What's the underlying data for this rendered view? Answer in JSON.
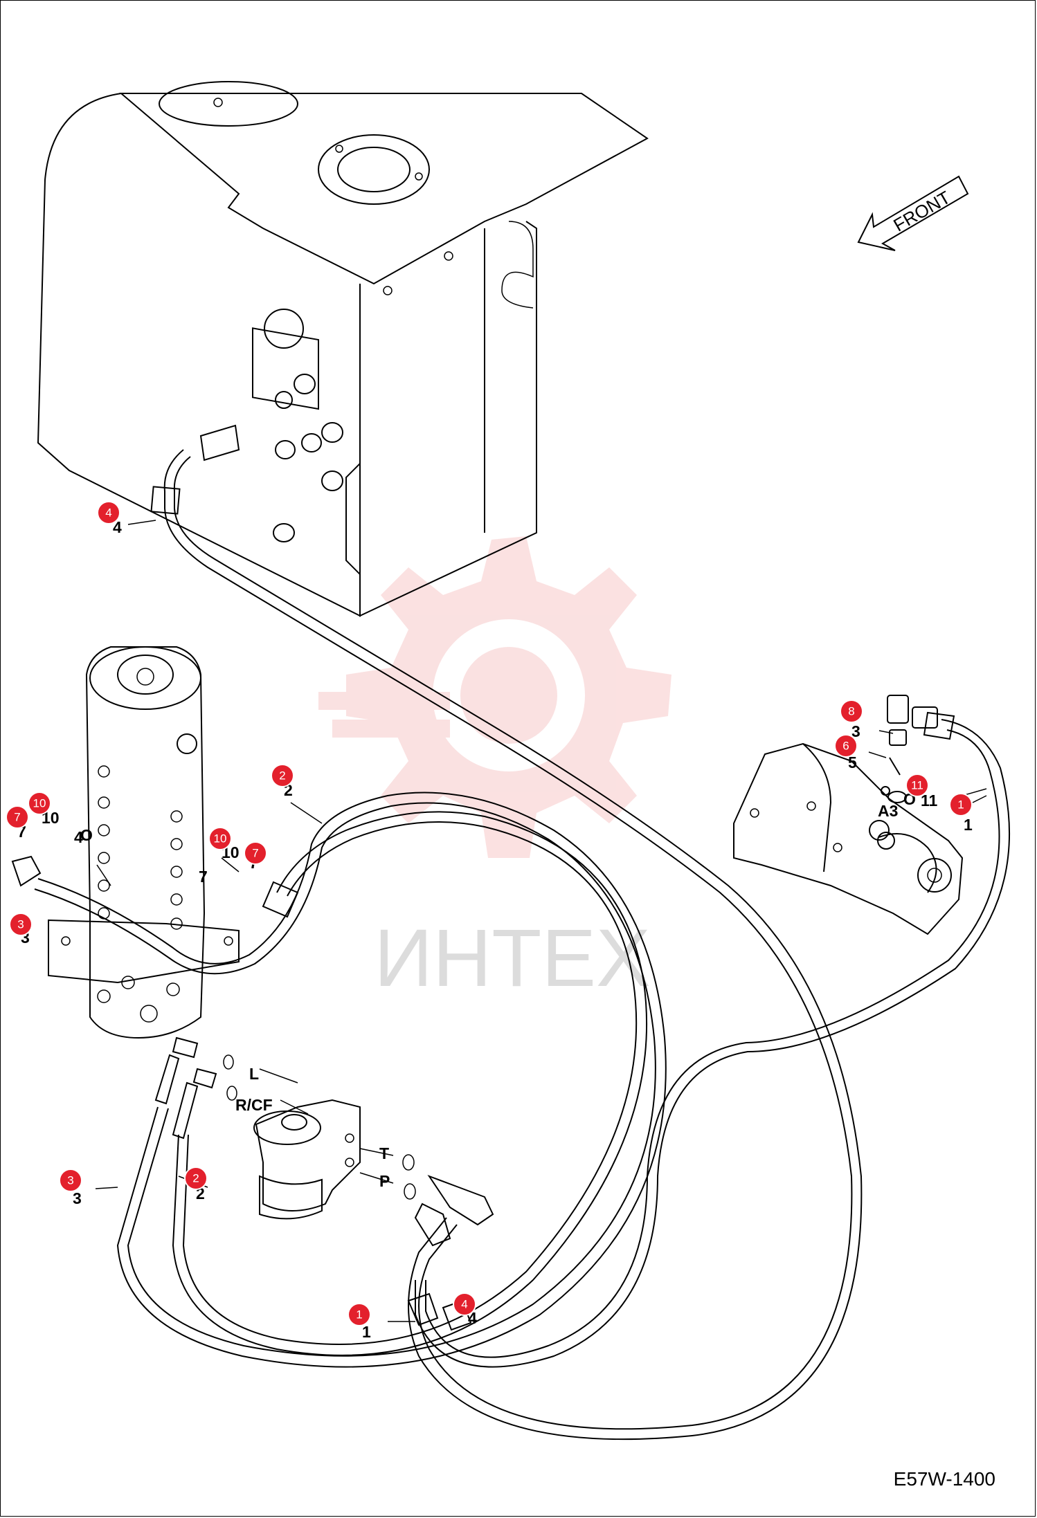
{
  "drawing_code": "E57W-1400",
  "front_label": "FRONT",
  "watermark_text": "ИНТЕХ",
  "port_labels": {
    "l": "L",
    "rcf": "R/CF",
    "t": "T",
    "p": "P",
    "a3": "A3"
  },
  "callouts": [
    {
      "id": "c4-tank",
      "number": "4"
    },
    {
      "id": "c2-swivel",
      "number": "2"
    },
    {
      "id": "c10-left",
      "number": "10"
    },
    {
      "id": "c7-left",
      "number": "7"
    },
    {
      "id": "c3-left",
      "number": "3"
    },
    {
      "id": "c10-mid",
      "number": "10"
    },
    {
      "id": "c7-mid",
      "number": "7"
    },
    {
      "id": "c8-pump",
      "number": "8"
    },
    {
      "id": "c6-pump",
      "number": "6"
    },
    {
      "id": "c11-pump",
      "number": "11"
    },
    {
      "id": "c1-pump",
      "number": "1"
    },
    {
      "id": "c3-lower",
      "number": "3"
    },
    {
      "id": "c2-lower",
      "number": "2"
    },
    {
      "id": "c1-lower",
      "number": "1"
    },
    {
      "id": "c4-lower",
      "number": "4"
    }
  ],
  "colors": {
    "callout_fill": "#e3202c",
    "watermark": "#f5b5b5",
    "line": "#000000"
  }
}
